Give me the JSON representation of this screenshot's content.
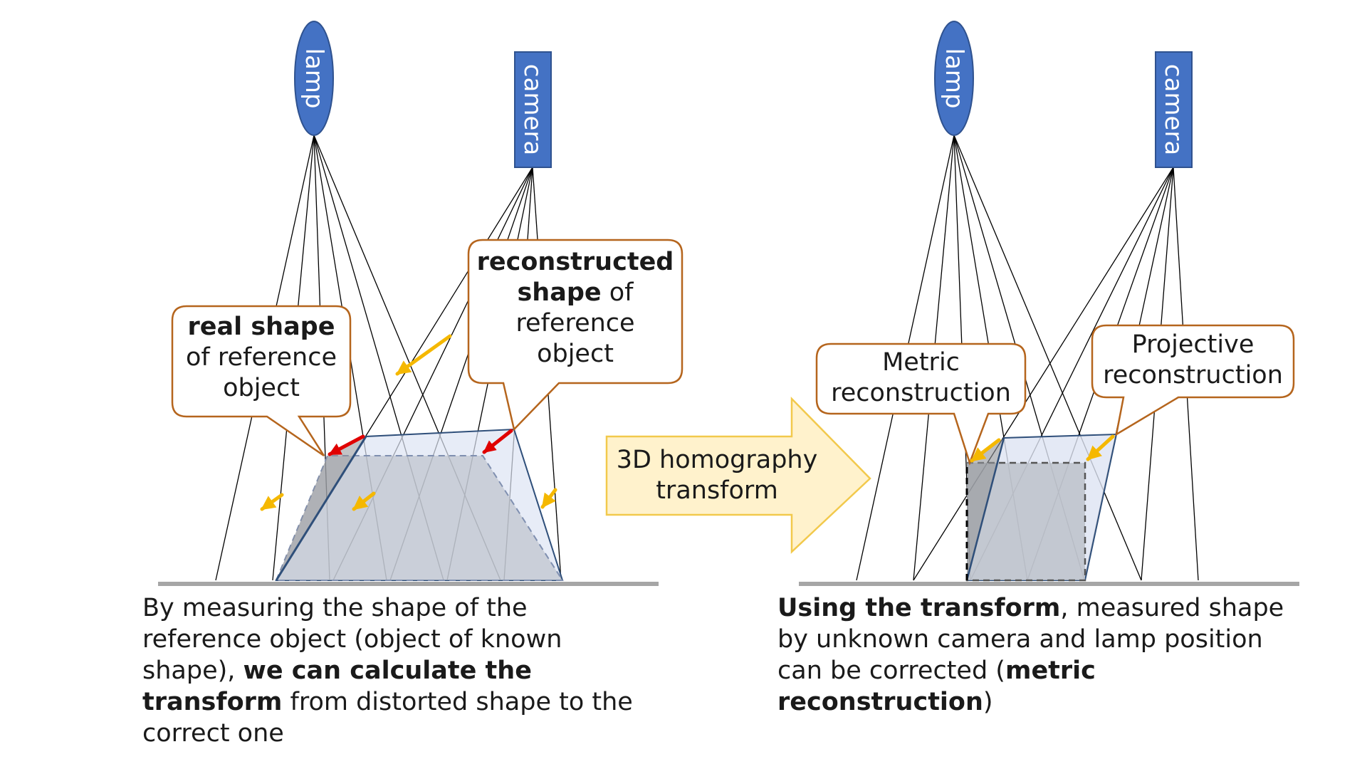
{
  "labels": {
    "lamp": "lamp",
    "camera": "camera"
  },
  "left": {
    "callout_real": {
      "bold": "real shape",
      "rest_line1": "of reference",
      "rest_line2": "object"
    },
    "callout_reconstructed": {
      "bold_line1": "reconstructed",
      "bold_line2": "shape",
      "rest_line2": " of",
      "rest_line3": "reference",
      "rest_line4": "object"
    },
    "caption": {
      "part1": "By measuring the shape of the reference object (object of known shape), ",
      "bold1": "we can calculate the transform",
      "part2": " from distorted shape to the correct one"
    }
  },
  "center": {
    "transform_line1": "3D homography",
    "transform_line2": "transform"
  },
  "right": {
    "callout_metric": {
      "line1": "Metric",
      "line2": "reconstruction"
    },
    "callout_projective": {
      "line1": "Projective",
      "line2": "reconstruction"
    },
    "caption": {
      "bold1": "Using the transform",
      "part1": ", measured shape by unknown camera and lamp position can be corrected (",
      "bold2": "metric reconstruction",
      "part2": ")"
    }
  },
  "colors": {
    "device_blue": "#4472c4",
    "callout_border": "#b5651d",
    "arrow_yellow": "#f5b800",
    "arrow_red": "#e00000",
    "transform_fill": "#fff2cc",
    "transform_border": "#f2c94c",
    "ground": "#a6a6a6"
  }
}
